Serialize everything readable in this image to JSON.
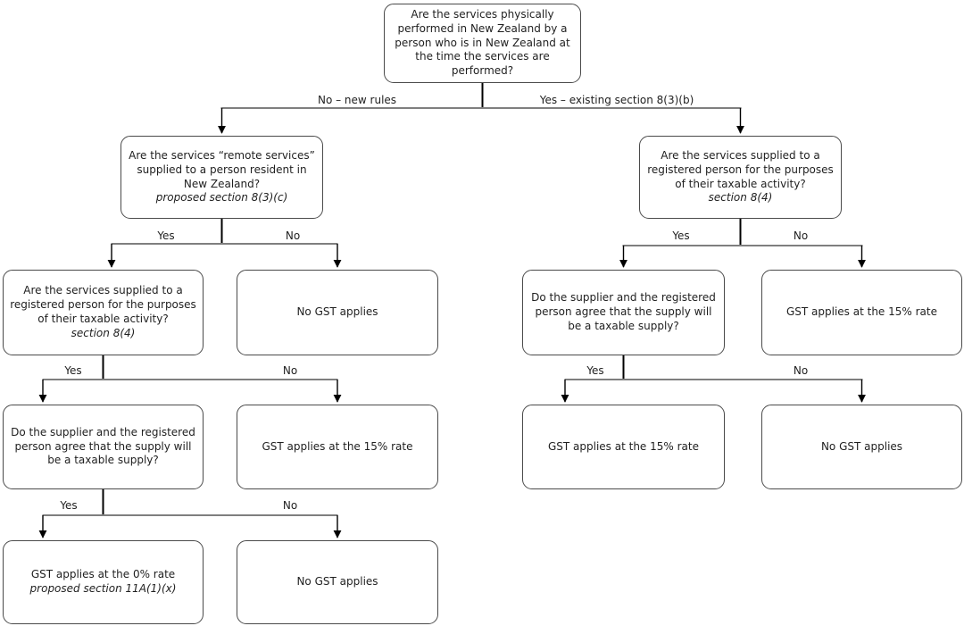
{
  "nodes": [
    {
      "name": "q-physically-performed",
      "text": "Are the services physically performed in New Zealand by a person who is in New Zealand at the time the services are performed?",
      "subtext": null
    },
    {
      "name": "q-remote-services",
      "text": "Are the services “remote services” supplied to a person resident in New Zealand?",
      "subtext": "proposed section 8(3)(c)"
    },
    {
      "name": "q-registered-person-right",
      "text": "Are the services supplied to a registered person for the purposes of their taxable activity?",
      "subtext": "section 8(4)"
    },
    {
      "name": "q-registered-person-left",
      "text": "Are the services supplied to a registered person for the purposes of their taxable activity?",
      "subtext": "section 8(4)"
    },
    {
      "name": "no-gst-left-level3",
      "text": "No GST applies",
      "subtext": null
    },
    {
      "name": "q-supplier-agree-right",
      "text": "Do the supplier and the registered person agree that the supply will be a taxable supply?",
      "subtext": null
    },
    {
      "name": "gst-15-right-level3",
      "text": "GST applies at the 15% rate",
      "subtext": null
    },
    {
      "name": "q-supplier-agree-left",
      "text": "Do the supplier and the registered person agree that the supply will be a taxable supply?",
      "subtext": null
    },
    {
      "name": "gst-15-left-level4",
      "text": "GST applies at the 15% rate",
      "subtext": null
    },
    {
      "name": "gst-15-right-level4",
      "text": "GST applies at the 15% rate",
      "subtext": null
    },
    {
      "name": "no-gst-right-level4",
      "text": "No GST applies",
      "subtext": null
    },
    {
      "name": "gst-0-rate",
      "text": "GST applies at the 0% rate",
      "subtext": "proposed section 11A(1)(x)"
    },
    {
      "name": "no-gst-bottom",
      "text": "No GST applies",
      "subtext": null
    }
  ],
  "edge_labels": [
    {
      "text": "No – new rules"
    },
    {
      "text": "Yes – existing section 8(3)(b)"
    },
    {
      "text": "Yes"
    },
    {
      "text": "No"
    },
    {
      "text": "Yes"
    },
    {
      "text": "No"
    },
    {
      "text": "Yes"
    },
    {
      "text": "No"
    },
    {
      "text": "Yes"
    },
    {
      "text": "No"
    },
    {
      "text": "Yes"
    },
    {
      "text": "No"
    }
  ],
  "colors": {
    "horizontal_line": "#7f7f7f",
    "vertical_line": "#000000",
    "box_border": "#4a4a4a",
    "text": "#1f1f1f",
    "background": "#ffffff"
  }
}
